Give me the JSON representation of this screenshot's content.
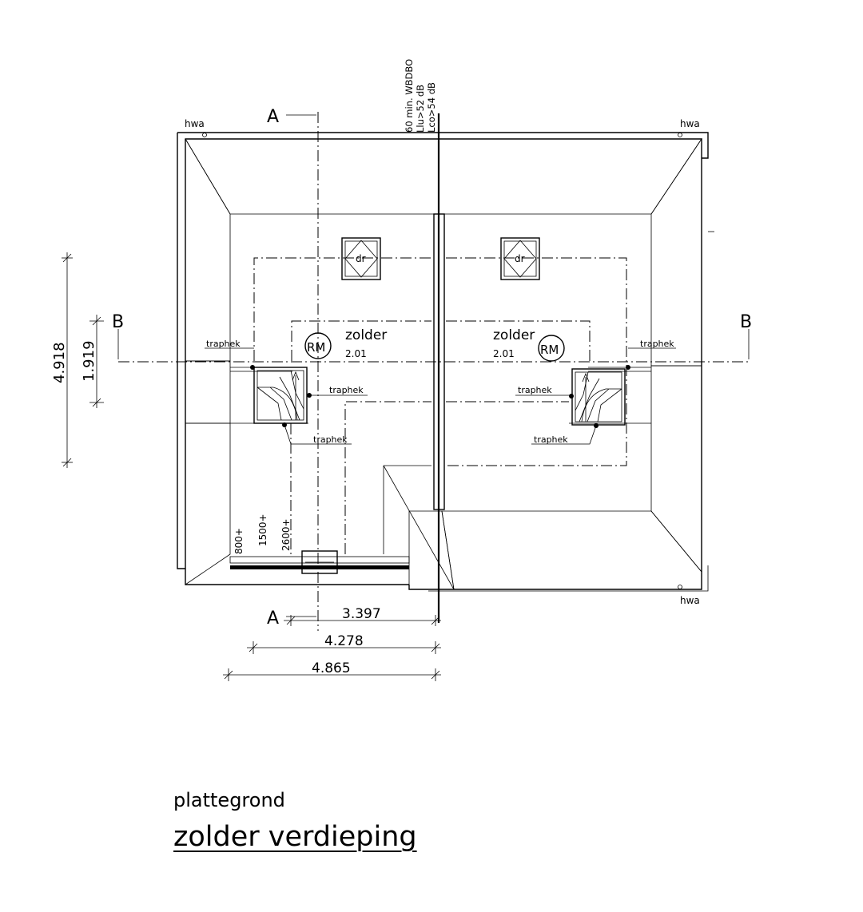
{
  "section_markers": {
    "a": "A",
    "b": "B"
  },
  "wall_note": [
    "60 min. WBDBO",
    "Llu>52 dB",
    "Lco>54 dB"
  ],
  "drain_label": "hwa",
  "rooms": [
    {
      "name": "zolder",
      "number": "2.01",
      "detector": "RM",
      "hatch": "dr"
    },
    {
      "name": "zolder",
      "number": "2.01",
      "detector": "RM",
      "hatch": "dr"
    }
  ],
  "railing_label": "traphek",
  "heights": [
    "800+",
    "1500+",
    "2600+"
  ],
  "dimensions": {
    "vertical": [
      "4.918",
      "1.919"
    ],
    "horizontal": [
      "3.397",
      "4.278",
      "4.865"
    ]
  },
  "caption": {
    "subtitle": "plattegrond",
    "title": "zolder verdieping"
  }
}
